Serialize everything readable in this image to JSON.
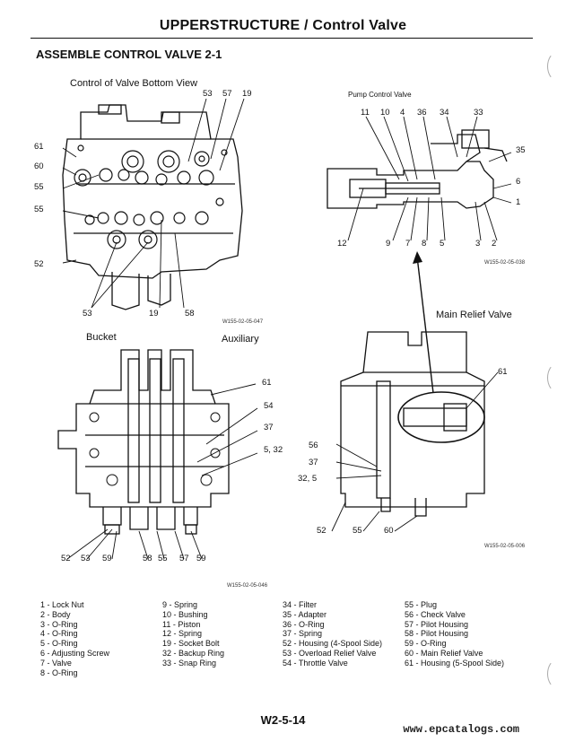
{
  "header": {
    "title": "UPPERSTRUCTURE / Control Valve",
    "section": "ASSEMBLE CONTROL VALVE 2-1"
  },
  "fig_bottom": {
    "caption": "Control of Valve Bottom View",
    "code": "W155-02-05-047",
    "callouts": [
      "53",
      "57",
      "19",
      "61",
      "60",
      "55",
      "55",
      "52",
      "53",
      "19",
      "58"
    ]
  },
  "fig_pump": {
    "caption": "Pump Control Valve",
    "code": "W155-02-05-038",
    "top_callouts": [
      "11",
      "10",
      "4",
      "36",
      "34",
      "33"
    ],
    "right_callouts": [
      "35",
      "6",
      "1"
    ],
    "bottom_callouts": [
      "12",
      "9",
      "7",
      "8",
      "5",
      "3",
      "2"
    ]
  },
  "fig_front": {
    "bucket": "Bucket",
    "auxiliary": "Auxiliary",
    "code": "W155-02-05-046",
    "right_callouts": [
      "61",
      "54",
      "37",
      "5, 32"
    ],
    "bottom_callouts": [
      "52",
      "53",
      "59",
      "58",
      "55",
      "57",
      "59"
    ]
  },
  "fig_side": {
    "relief_label": "Main Relief Valve",
    "code": "W155-02-05-006",
    "callouts": [
      "61",
      "56",
      "37",
      "32, 5",
      "52",
      "55",
      "60"
    ]
  },
  "legend": {
    "col1": [
      "1 -   Lock Nut",
      "2 -   Body",
      "3 -   O-Ring",
      "4 -   O-Ring",
      "5 -   O-Ring",
      "6 -   Adjusting Screw",
      "7 -   Valve",
      "8 -   O-Ring"
    ],
    "col2": [
      "9 -   Spring",
      "10 - Bushing",
      "11 - Piston",
      "12 - Spring",
      "19 - Socket Bolt",
      "32 - Backup Ring",
      "33 - Snap Ring"
    ],
    "col3": [
      "34 - Filter",
      "35 - Adapter",
      "36 - O-Ring",
      "37 - Spring",
      "52 - Housing (4-Spool Side)",
      "53 - Overload Relief Valve",
      "54 - Throttle Valve"
    ],
    "col4": [
      "55 - Plug",
      "56 - Check Valve",
      "57 - Pilot Housing",
      "58 - Pilot Housing",
      "59 - O-Ring",
      "60 - Main Relief Valve",
      "61 - Housing (5-Spool Side)"
    ]
  },
  "footer": {
    "page": "W2-5-14",
    "url": "www.epcatalogs.com"
  }
}
